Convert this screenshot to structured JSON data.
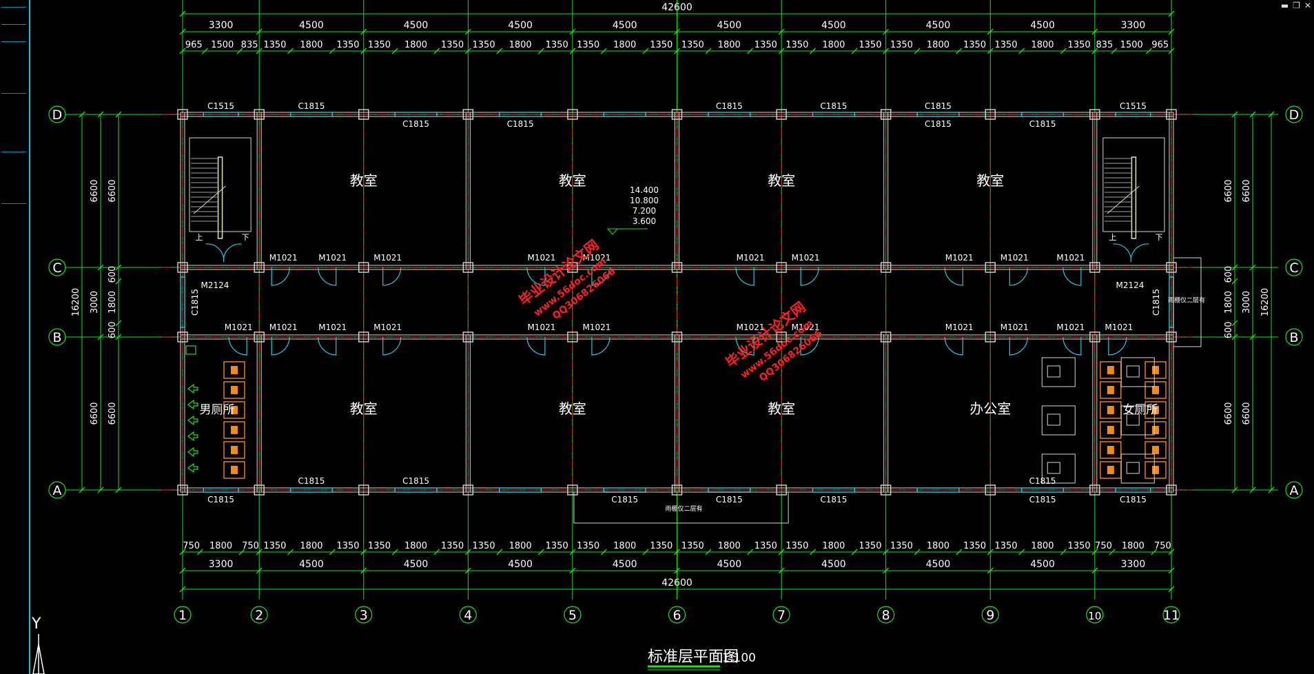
{
  "window": {
    "minimize": "▬",
    "restore": "❐",
    "close": "✕"
  },
  "drawing": {
    "title": "标准层平面图",
    "scale": "1:100"
  },
  "colors": {
    "background": "#000000",
    "dim": "#17e617",
    "axis": "#e02020",
    "wall": "#d8d8d8",
    "text": "#ffffff",
    "window": "#28c8e0",
    "fixture": "#f08a18",
    "stair": "#e6e6a0",
    "panel": "#00c8d8",
    "watermark": "#ff2020"
  },
  "top_dims": {
    "total": "42600",
    "bays": [
      "3300",
      "4500",
      "4500",
      "4500",
      "4500",
      "4500",
      "4500",
      "4500",
      "4500",
      "3300"
    ],
    "details": [
      "965",
      "1500",
      "835",
      "1350",
      "1800",
      "1350",
      "1350",
      "1800",
      "1350",
      "1350",
      "1800",
      "1350",
      "1350",
      "1800",
      "1350",
      "1350",
      "1800",
      "1350",
      "1350",
      "1800",
      "1350",
      "1350",
      "1800",
      "1350",
      "1350",
      "1800",
      "1350",
      "835",
      "1500",
      "965"
    ]
  },
  "bottom_dims": {
    "total": "42600",
    "bays": [
      "3300",
      "4500",
      "4500",
      "4500",
      "4500",
      "4500",
      "4500",
      "4500",
      "4500",
      "3300"
    ],
    "details": [
      "750",
      "1800",
      "750",
      "1350",
      "1800",
      "1350",
      "1350",
      "1800",
      "1350",
      "1350",
      "1800",
      "1350",
      "1350",
      "1800",
      "1350",
      "1350",
      "1800",
      "1350",
      "1350",
      "1800",
      "1350",
      "1350",
      "1800",
      "1350",
      "1350",
      "1800",
      "1350",
      "750",
      "1800",
      "750"
    ]
  },
  "side_dims": {
    "total": "16200",
    "outer": [
      "6600",
      "3000",
      "6600"
    ],
    "inner": [
      "6600",
      "600",
      "1800",
      "600",
      "6600"
    ]
  },
  "grid_cols": [
    "1",
    "2",
    "3",
    "4",
    "5",
    "6",
    "7",
    "8",
    "9",
    "10",
    "11"
  ],
  "grid_rows": [
    "D",
    "C",
    "B",
    "A"
  ],
  "rooms": {
    "classroom": "教室",
    "office": "办公室",
    "mens_wc": "男厕所",
    "womens_wc": "女厕所"
  },
  "elevations": [
    "14.400",
    "10.800",
    "7.200",
    "3.600"
  ],
  "stair_labels": {
    "up": "上",
    "down": "下"
  },
  "windows": {
    "top_left": "C1515",
    "top_right": "C1515",
    "c1815": "C1815",
    "side": "C1815"
  },
  "doors": {
    "m1021": "M1021",
    "m2124": "M2124"
  },
  "notes": {
    "canopy": "雨棚仅二层有"
  },
  "watermark": {
    "name": "毕业设计论文网",
    "url": "www.56doc.com",
    "qq": "QQ306826066"
  },
  "ucs": {
    "y": "Y"
  }
}
